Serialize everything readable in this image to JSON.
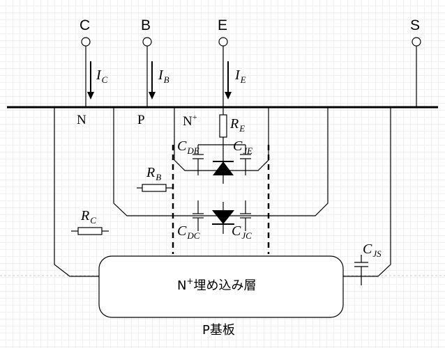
{
  "colors": {
    "stroke": "#000000",
    "grid_minor": "#eef0f2",
    "grid_major": "#dfe2e6",
    "guide": "#c8c8c8"
  },
  "terminals": {
    "collector": "C",
    "base": "B",
    "emitter": "E",
    "substrate": "S"
  },
  "currents": {
    "collector": {
      "symbol": "I",
      "sub": "C"
    },
    "base": {
      "symbol": "I",
      "sub": "B"
    },
    "emitter": {
      "symbol": "I",
      "sub": "E"
    }
  },
  "regions": {
    "n_collector": "N",
    "p_base": "P",
    "n_plus_emitter": {
      "base": "N",
      "sup": "+"
    },
    "buried_layer": {
      "base": "N",
      "sup": "+",
      "text": "埋め込み層"
    },
    "substrate": "P基板"
  },
  "resistors": {
    "emitter": {
      "symbol": "R",
      "sub": "E"
    },
    "base": {
      "symbol": "R",
      "sub": "B"
    },
    "collector": {
      "symbol": "R",
      "sub": "C"
    }
  },
  "capacitors": {
    "c_de": {
      "symbol": "C",
      "sub": "DE"
    },
    "c_je": {
      "symbol": "C",
      "sub": "JE"
    },
    "c_dc": {
      "symbol": "C",
      "sub": "DC"
    },
    "c_jc": {
      "symbol": "C",
      "sub": "JC"
    },
    "c_js": {
      "symbol": "C",
      "sub": "JS"
    }
  }
}
